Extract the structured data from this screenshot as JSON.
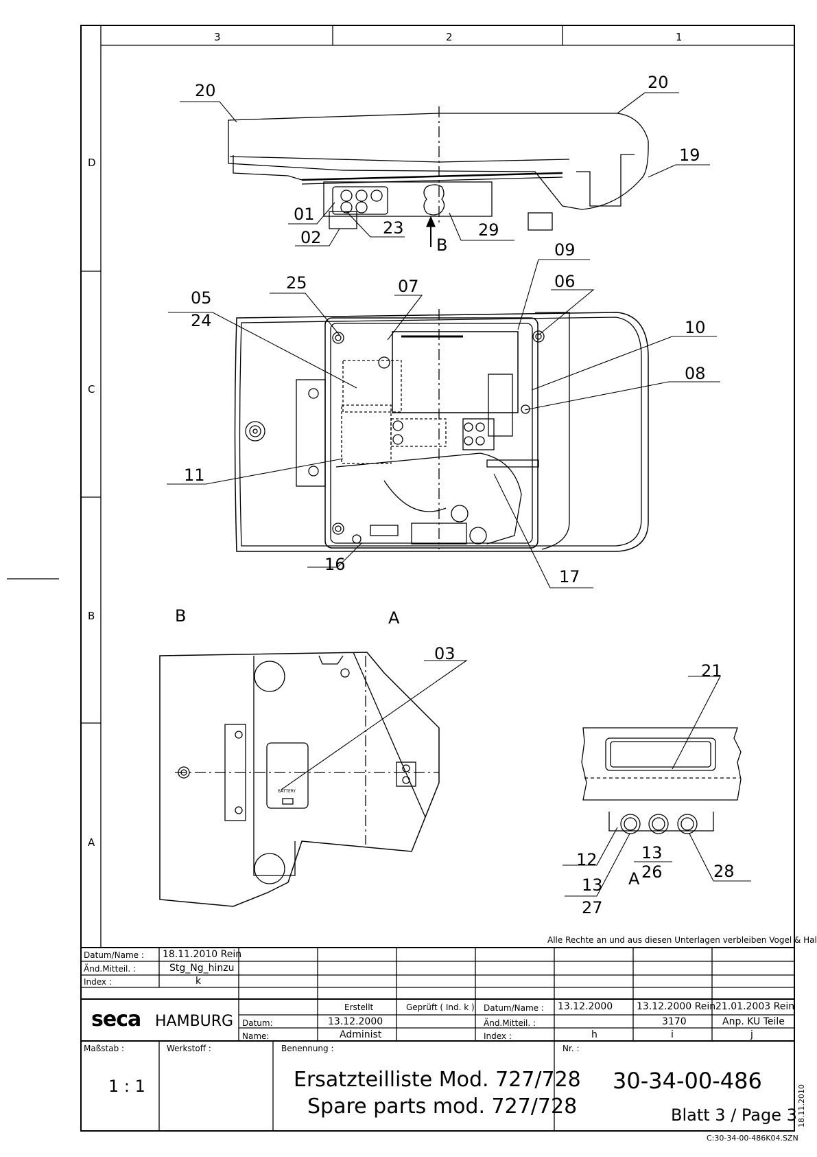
{
  "zones_top": [
    "3",
    "2",
    "1"
  ],
  "zones_side": [
    "D",
    "C",
    "B",
    "A"
  ],
  "callouts": {
    "c20a": "20",
    "c20b": "20",
    "c19": "19",
    "c01": "01",
    "c02": "02",
    "c23": "23",
    "c29": "29",
    "c09": "09",
    "c25": "25",
    "c07": "07",
    "c06": "06",
    "c05": "05",
    "c24": "24",
    "c10": "10",
    "c08": "08",
    "c11": "11",
    "c16": "16",
    "c17": "17",
    "c03": "03",
    "c21": "21",
    "c12": "12",
    "c13a": "13",
    "c26": "26",
    "c28": "28",
    "c13b": "13",
    "c27": "27"
  },
  "view_labels": {
    "b_arrow": "B",
    "b_view": "B",
    "a_arrow": "A",
    "a_view": "A"
  },
  "battery_text": "BATTERY",
  "rights_notice": "Alle Rechte an und aus diesen Unterlagen verbleiben Vogel & Halke.",
  "revision": {
    "labels": {
      "date_name": "Datum/Name :",
      "change": "Änd.Mitteil. :",
      "index": "Index :"
    },
    "values": {
      "date_name": "18.11.2010 Rein",
      "change": "Stg_Ng_hinzu",
      "index": "k"
    }
  },
  "company": {
    "brand": "seca",
    "city": "HAMBURG"
  },
  "approval": {
    "datum_label": "Datum:",
    "name_label": "Name:",
    "erstellt": "Erstellt",
    "geprueft": "Geprüft ( Ind. k )",
    "date": "13.12.2000",
    "name": "Administ"
  },
  "history": {
    "labels": {
      "date_name": "Datum/Name :",
      "change": "Änd.Mitteil. :",
      "index": "Index :"
    },
    "col_h": {
      "date": "13.12.2000",
      "change": "",
      "index": "h"
    },
    "col_i": {
      "date": "13.12.2000 Rein",
      "change": "3170",
      "index": "i"
    },
    "col_j": {
      "date": "21.01.2003 Rein",
      "change": "Anp. KU Teile",
      "index": "j"
    }
  },
  "bottom": {
    "scale_label": "Maßstab :",
    "scale": "1 : 1",
    "material_label": "Werkstoff :",
    "name_label": "Benennung :",
    "title_de": "Ersatzteilliste Mod. 727/728",
    "title_en": "Spare parts mod. 727/728",
    "nr_label": "Nr. :",
    "number": "30-34-00-486",
    "page": "Blatt 3 / Page 3",
    "side_date": "18.11.2010",
    "file": "C:30-34-00-486K04.SZN"
  }
}
